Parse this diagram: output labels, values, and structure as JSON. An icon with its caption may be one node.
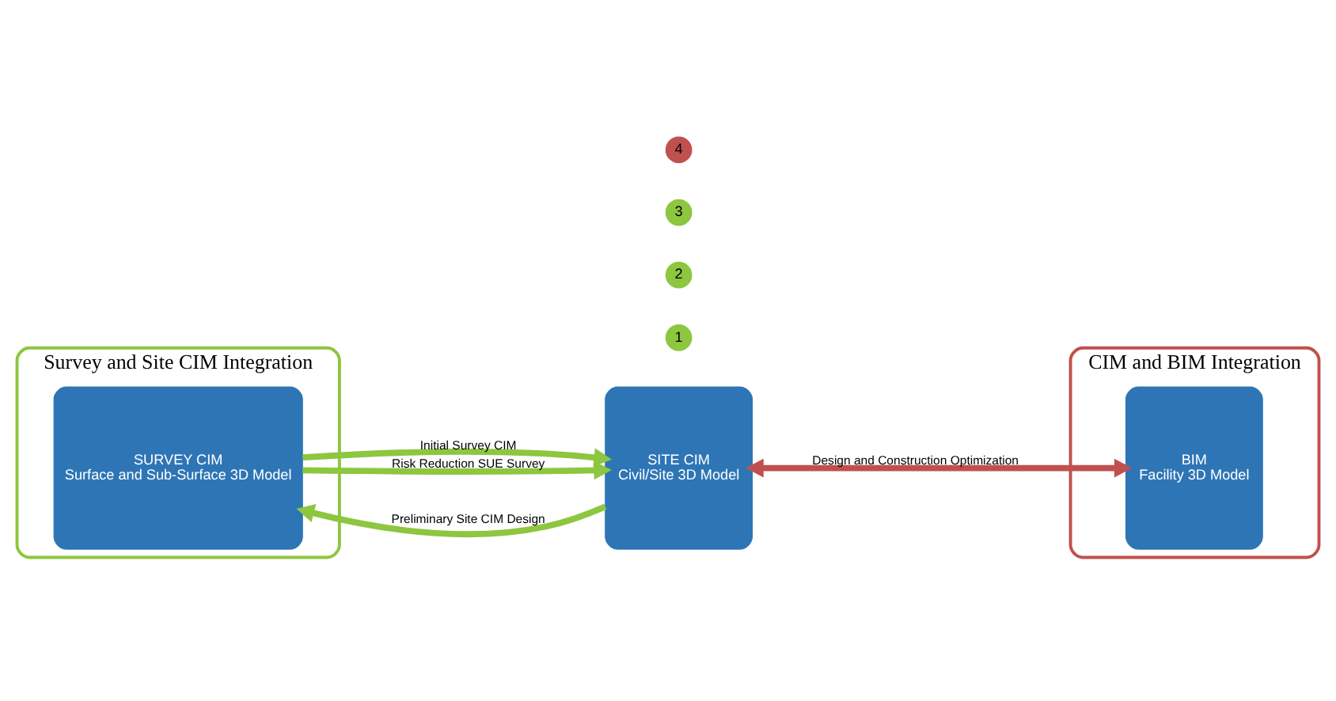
{
  "diagram": {
    "nodes": [
      {
        "text": [
          "Survey and Site CIM Integration"
        ]
      },
      {
        "text": [
          "SURVEY CIM",
          "Surface and Sub-Surface 3D Model"
        ],
        "in": 0
      },
      {
        "text": [
          "CIM and BIM Integration"
        ]
      },
      {
        "text": [
          "SITE CIM",
          "Civil/Site 3D Model"
        ]
      },
      {
        "text": [
          "BIM",
          "Facility 3D Model"
        ],
        "in": 2
      }
    ],
    "edges": [
      {
        "from": 1,
        "to": 3,
        "arrow": "to",
        "label": "Initial Survey CIM"
      },
      {
        "from": 3,
        "to": 1,
        "arrow": "to",
        "label": "Preliminary Site CIM Design"
      },
      {
        "from": 1,
        "to": 3,
        "arrow": "to",
        "label": "Risk Reduction SUE Survey"
      },
      {
        "from": 3,
        "to": 4,
        "arrow": "both",
        "label": "Design and Construction Optimization",
        "color": "#c0504d"
      }
    ],
    "labels": [
      "1",
      "2",
      "3",
      "4"
    ]
  }
}
